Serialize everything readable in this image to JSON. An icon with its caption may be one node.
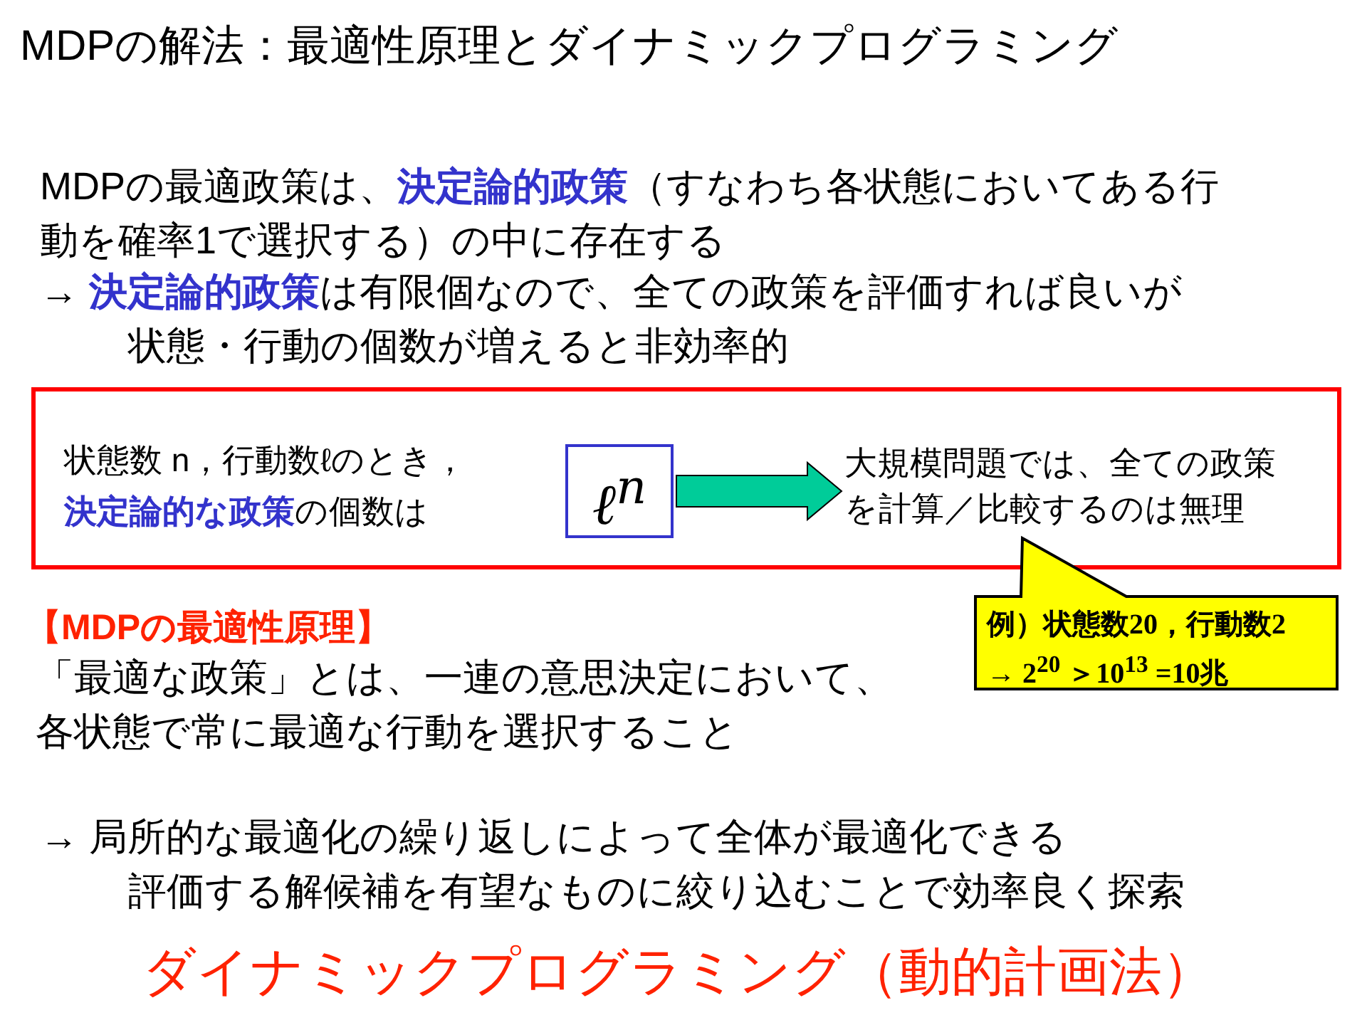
{
  "diagram": {
    "title": "MDPの解法：最適性原理とダイナミックプログラミング",
    "nodes": [
      {
        "text": [],
        "shape": "box"
      },
      {
        "text": [
          "状態数 n，行動数ℓのとき，**決定論的な政策**の個数は"
        ],
        "in": 0
      },
      {
        "text": [
          "ℓ$^{n}$"
        ],
        "in": 0
      },
      {
        "text": [
          "大規模問題では、全ての政策を計算／比較するのは無理"
        ],
        "in": 0
      },
      {
        "text": [
          "例）状態数20，行動数2 → 2$^{20}$ ＞10$^{13}$ =10兆"
        ]
      }
    ],
    "edges": [
      {
        "from": 2,
        "to": 3,
        "arrow": "to"
      }
    ],
    "labels": [
      "MDPの最適政策は、**決定論的政策**（すなわち各状態においてある行動を確率1で選択する）の中に存在する",
      "→ **決定論的政策**は有限個なので、全ての政策を評価すれば良いが状態・行動の個数が増えると非効率的",
      "【MDPの最適性原理】",
      "「最適な政策」とは、一連の意思決定において、各状態で常に最適な行動を選択すること",
      "→ 局所的な最適化の繰り返しによって全体が最適化できる",
      "評価する解候補を有望なものに絞り込むことで効率良く探索",
      "ダイナミックプログラミング（動的計画法）"
    ]
  }
}
